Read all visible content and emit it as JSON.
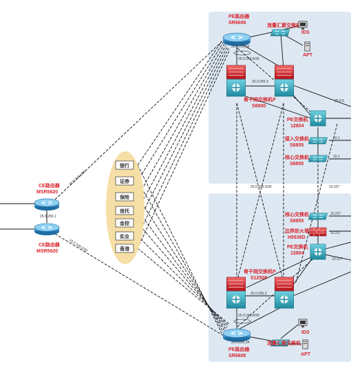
{
  "ce_routers": {
    "label": "CE路由器",
    "model": "MSR5620",
    "ip_between": "25.0.255.1",
    "ip_lower": "23.0.248.2/30",
    "ip_upper": "25.0.248.1/30"
  },
  "business_tags": [
    "银行",
    "证券",
    "保险",
    "信托",
    "金控",
    "实业",
    "香港"
  ],
  "top_zone": {
    "pe_router_label": "PE路由器",
    "pe_router_model": "SR6608",
    "flow_switch_label": "流量汇聚交换机",
    "ids_label": "IDS",
    "apt_label": "APT",
    "backbone_label": "骨干网交换机P",
    "backbone_model": "S6800",
    "pe_switch_label": "PE交换机",
    "pe_switch_model": "12804",
    "access_switch_label": "接入交换机",
    "access_switch_model": "S6855",
    "core_switch_label": "核心交换机",
    "core_switch_model": "S6855",
    "ip_pe_top": "25.0.255.33",
    "ip_pe_mid": "25.0.249.4/30",
    "ip_backbone": "25.0.255.3",
    "ip_right1": "25.0.5",
    "ip_right2": "10.1",
    "ip_right3": "10.1",
    "ip_right4": "10.227"
  },
  "middle_link_ip": "25.0.249.0/30",
  "bottom_zone": {
    "core_switch_label": "核心交换机",
    "core_switch_model": "S6855",
    "firewall_label": "边界防火墙",
    "firewall_model": "H5636D",
    "pe_switch_label": "PE交换机",
    "pe_switch_model": "12804",
    "backbone_label": "骨干网交换机P",
    "backbone_model": "S12508",
    "pe_router_label": "PE路由器",
    "pe_router_model": "SR6608",
    "flow_switch_label": "流量汇聚交换机",
    "ids_label": "IDS",
    "apt_label": "APT",
    "ip_backbone": "25.0.255.2",
    "ip_pe_mid": "25.0.249.8/30",
    "ip_pe_bottom": "25.0.255.34",
    "ip_right1": "10.227",
    "ip_right2": "10.227",
    "ip_right3": "10.227"
  },
  "colors": {
    "zone_bg": "#dde8f3",
    "router_blue": "#3a8fc7",
    "switch_teal": "#2b9bb0",
    "firewall_red": "#d8232a",
    "label_red": "#d8232a",
    "tag_bg": "#f6dfa6"
  }
}
